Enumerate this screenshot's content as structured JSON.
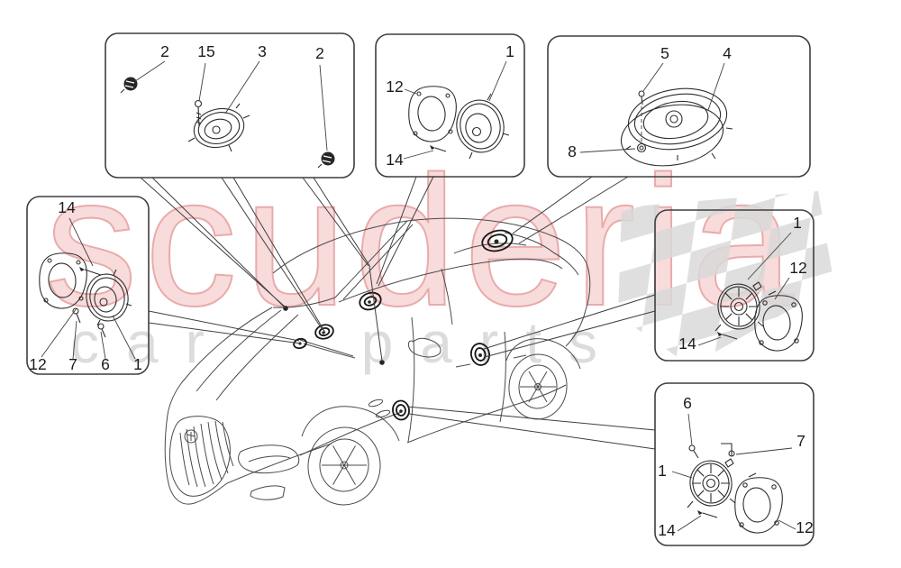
{
  "watermark": {
    "brand": "scuderia",
    "subtitle": "car parts",
    "brand_fill": "#f8dbdb",
    "brand_stroke": "#e9abab",
    "subtitle_color": "#dcdcdc",
    "checker_color": "#d9d9d9"
  },
  "colors": {
    "line_art": "#3f3f3f",
    "background": "#ffffff",
    "callout_text": "#1c1c1c"
  },
  "boxes": {
    "top_left": {
      "labels": [
        "2",
        "15",
        "3",
        "2"
      ]
    },
    "top_middle": {
      "labels": [
        "12",
        "1",
        "14"
      ]
    },
    "top_right": {
      "labels": [
        "5",
        "4",
        "8"
      ]
    },
    "left": {
      "labels": [
        "14",
        "12",
        "7",
        "6",
        "1"
      ]
    },
    "right_middle": {
      "labels": [
        "1",
        "12",
        "14"
      ]
    },
    "bottom_right": {
      "labels": [
        "6",
        "7",
        "1",
        "14",
        "12"
      ]
    }
  }
}
